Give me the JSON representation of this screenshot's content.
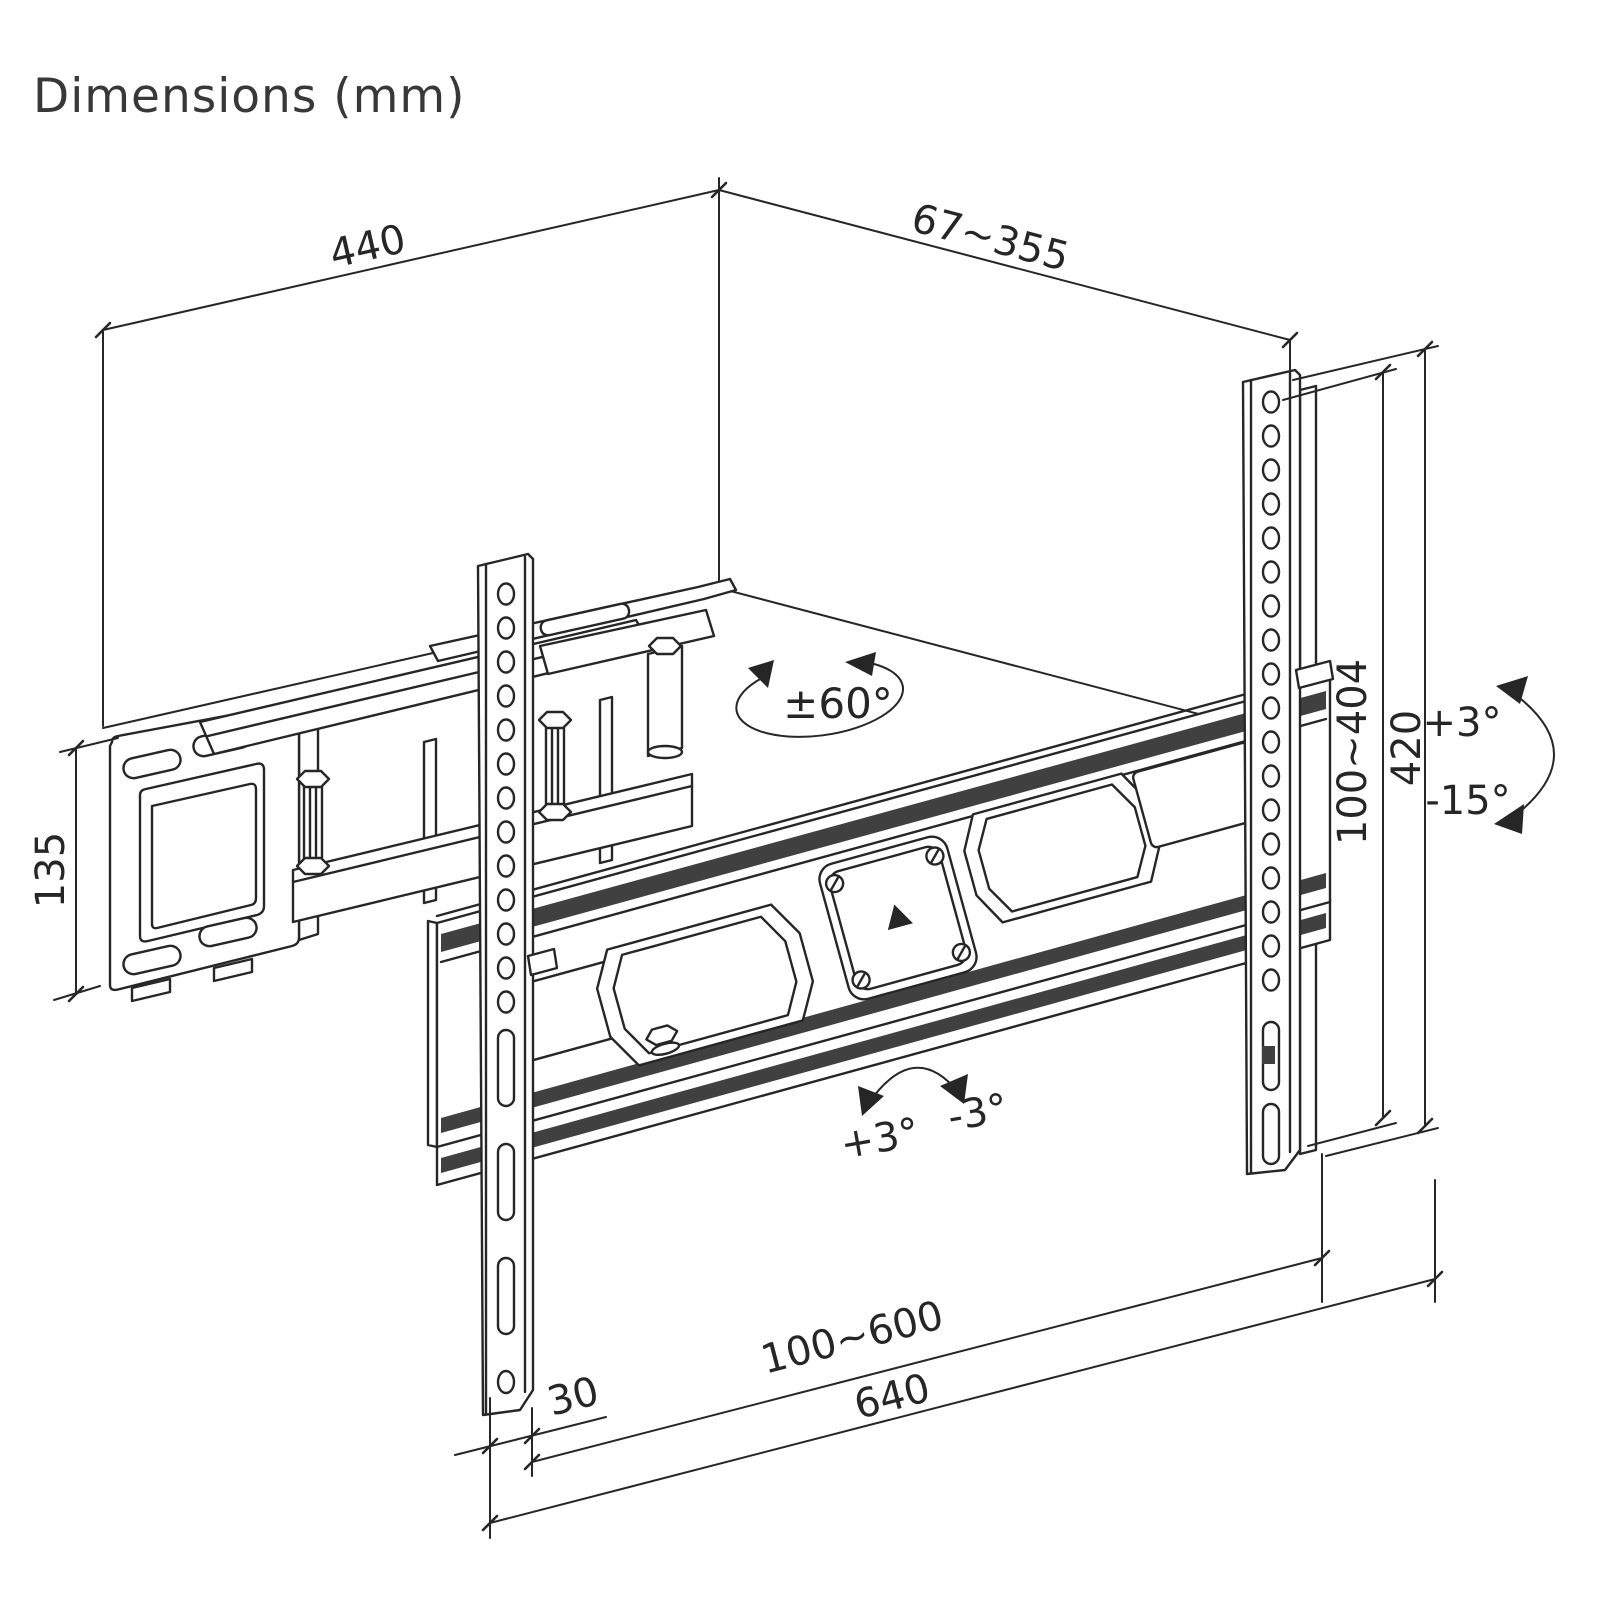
{
  "labels": {
    "title": "Dimensions (mm)",
    "wall_plate_width": "440",
    "extension_depth": "67~355",
    "wall_plate_height": "135",
    "vesa_height_range": "100~404",
    "bracket_height": "420",
    "tilt_up": "+3°",
    "tilt_down": "-15°",
    "swivel_range": "±60°",
    "level_adjust_left": "+3°",
    "level_adjust_right": "-3°",
    "rail_width": "30",
    "vesa_width_range": "100~600",
    "bracket_width": "640"
  },
  "colors": {
    "line": "#262626",
    "shade": "#404040",
    "background": "#ffffff"
  }
}
